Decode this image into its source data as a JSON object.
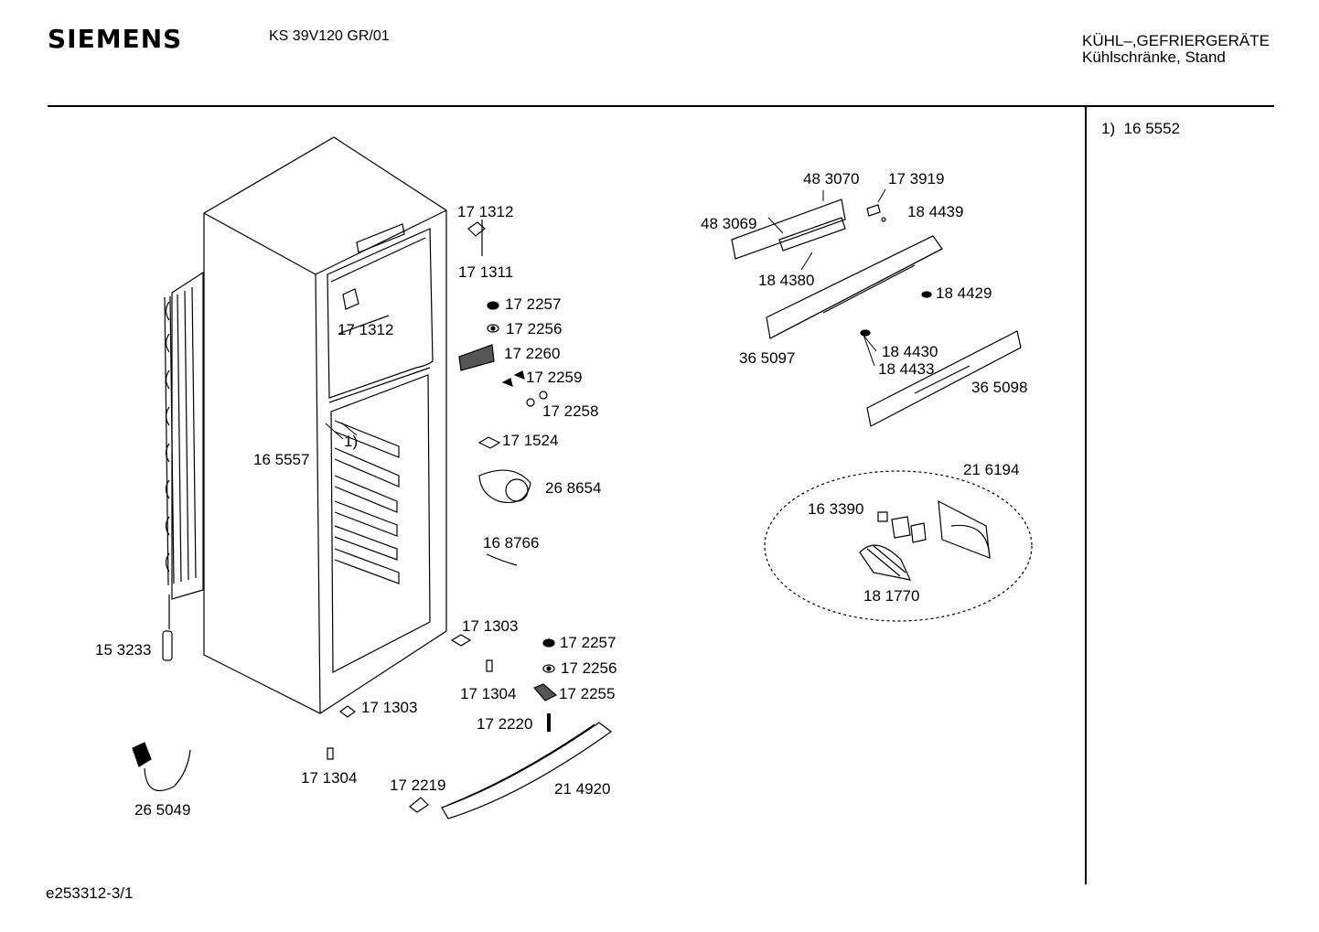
{
  "header": {
    "brand": "SIEMENS",
    "model": "KS 39V120 GR/01",
    "category_line1": "KÜHL–,GEFRIERGERÄTE",
    "category_line2": "Kühlschränke, Stand"
  },
  "side_note": "1)  16 5552",
  "footer_code": "e253312-3/1",
  "part_labels": {
    "p171312a": "17 1312",
    "p171311": "17 1311",
    "p171312b": "17 1312",
    "p172257a": "17 2257",
    "p172256a": "17 2256",
    "p172260": "17 2260",
    "p172259": "17 2259",
    "p172258": "17 2258",
    "p171524": "17 1524",
    "p268654": "26 8654",
    "p168766": "16 8766",
    "p165557": "16 5557",
    "ref1": "1)",
    "p153233": "15 3233",
    "p171303a": "17 1303",
    "p172257b": "17 2257",
    "p172256b": "17 2256",
    "p171304a": "17 1304",
    "p172255": "17 2255",
    "p172220": "17 2220",
    "p171303b": "17 1303",
    "p171304b": "17 1304",
    "p172219": "17 2219",
    "p214920": "21 4920",
    "p265049": "26 5049",
    "p483070": "48 3070",
    "p173919": "17 3919",
    "p483069": "48 3069",
    "p184439": "18 4439",
    "p184380": "18 4380",
    "p184429": "18 4429",
    "p365097": "36 5097",
    "p184430": "18 4430",
    "p184433": "18 4433",
    "p365098": "36 5098",
    "p216194": "21 6194",
    "p163390": "16 3390",
    "p181770": "18 1770"
  }
}
